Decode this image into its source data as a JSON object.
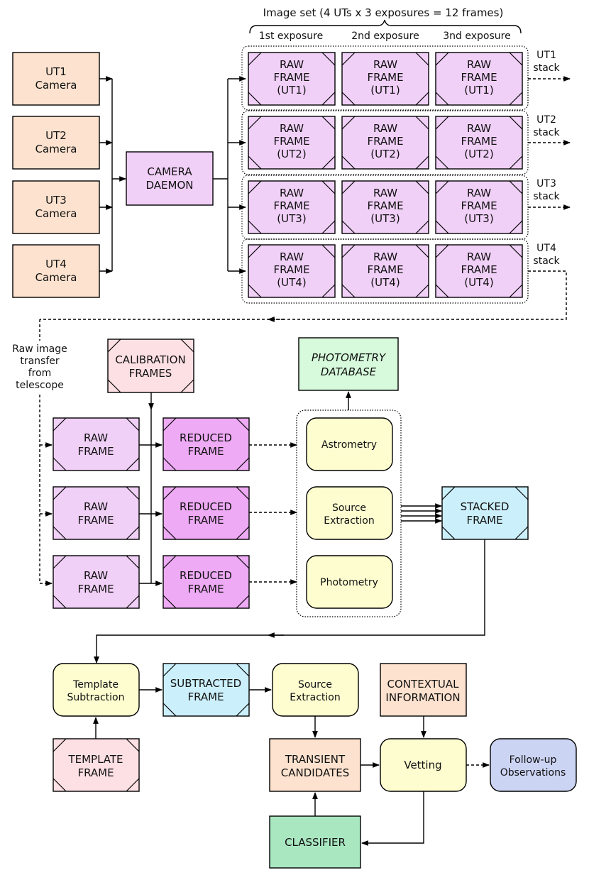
{
  "header": {
    "image_set_label": "Image set (4 UTs x 3 exposures = 12 frames)",
    "exposures": [
      "1st exposure",
      "2nd exposure",
      "3nd exposure"
    ]
  },
  "cameras": [
    {
      "line1": "UT1",
      "line2": "Camera"
    },
    {
      "line1": "UT2",
      "line2": "Camera"
    },
    {
      "line1": "UT3",
      "line2": "Camera"
    },
    {
      "line1": "UT4",
      "line2": "Camera"
    }
  ],
  "camera_daemon": {
    "line1": "CAMERA",
    "line2": "DAEMON"
  },
  "raw_frame_grid": {
    "line1": "RAW",
    "line2": "FRAME",
    "ut_labels": [
      "(UT1)",
      "(UT2)",
      "(UT3)",
      "(UT4)"
    ]
  },
  "stacks": [
    {
      "line1": "UT1",
      "line2": "stack"
    },
    {
      "line1": "UT2",
      "line2": "stack"
    },
    {
      "line1": "UT3",
      "line2": "stack"
    },
    {
      "line1": "UT4",
      "line2": "stack"
    }
  ],
  "transfer_note": [
    "Raw image",
    "transfer",
    "from",
    "telescope"
  ],
  "calibration_frames": {
    "line1": "CALIBRATION",
    "line2": "FRAMES"
  },
  "photometry_database": {
    "line1": "PHOTOMETRY",
    "line2": "DATABASE"
  },
  "raw_frame": {
    "line1": "RAW",
    "line2": "FRAME"
  },
  "reduced_frame": {
    "line1": "REDUCED",
    "line2": "FRAME"
  },
  "processing_steps": {
    "astrometry": "Astrometry",
    "source_extraction_1": "Source",
    "source_extraction_2": "Extraction",
    "photometry": "Photometry"
  },
  "stacked_frame": {
    "line1": "STACKED",
    "line2": "FRAME"
  },
  "template_subtraction": {
    "line1": "Template",
    "line2": "Subtraction"
  },
  "subtracted_frame": {
    "line1": "SUBTRACTED",
    "line2": "FRAME"
  },
  "source_extraction": {
    "line1": "Source",
    "line2": "Extraction"
  },
  "contextual_information": {
    "line1": "CONTEXTUAL",
    "line2": "INFORMATION"
  },
  "template_frame": {
    "line1": "TEMPLATE",
    "line2": "FRAME"
  },
  "transient_candidates": {
    "line1": "TRANSIENT",
    "line2": "CANDIDATES"
  },
  "vetting": "Vetting",
  "follow_up": {
    "line1": "Follow-up",
    "line2": "Observations"
  },
  "classifier": "CLASSIFIER",
  "colors": {
    "camera": "#fde3cf",
    "daemon": "#f1d0f8",
    "raw": "#f1d0f8",
    "reduced": "#eeaaf5",
    "calibration": "#fde0e4",
    "database": "#d6fadb",
    "step": "#fdfdd0",
    "stacked": "#ccf0fb",
    "classifier": "#a9e7c1",
    "followup": "#ccd4f4"
  }
}
